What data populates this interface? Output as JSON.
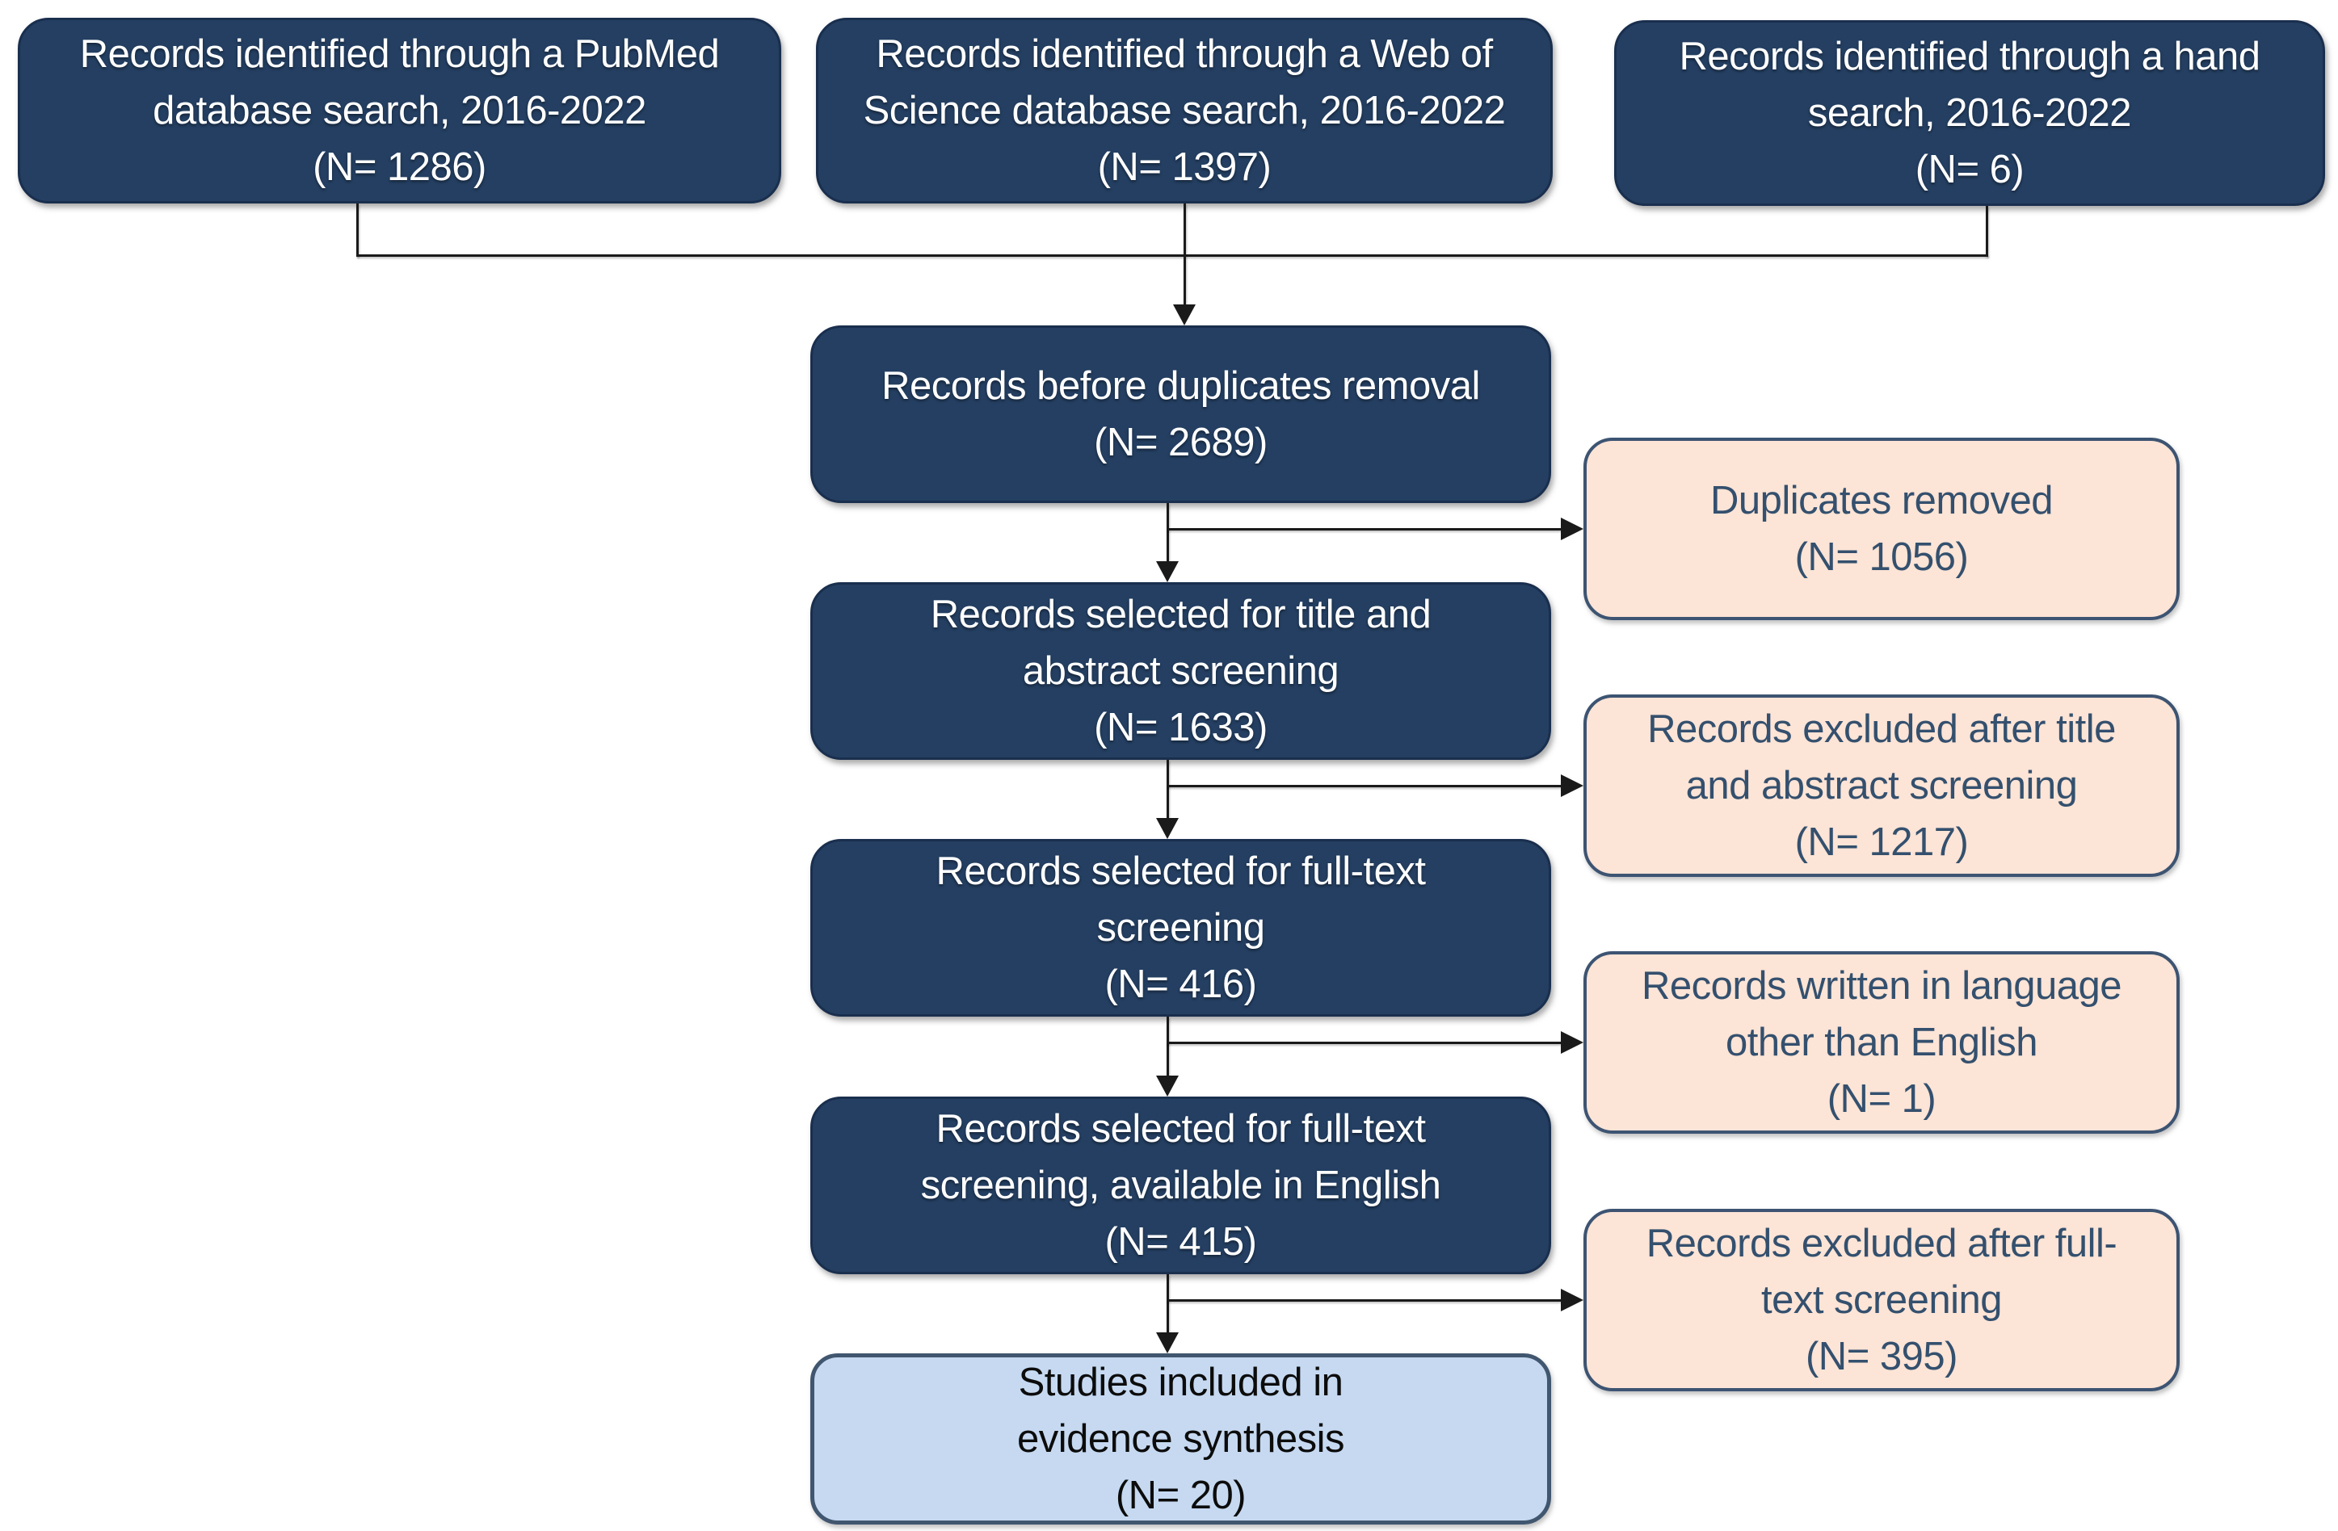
{
  "diagram": {
    "type": "prisma-flowchart",
    "colors": {
      "navy": "#243F62",
      "navy_border": "#1A2F4E",
      "peach": "#FCE4D6",
      "peach_border": "#3D5472",
      "peach_text": "#34506E",
      "blue": "#C6D9F1",
      "blue_border": "#41566F",
      "line": "#1a1a1a"
    },
    "sources": [
      {
        "lines": [
          "Records identified through a PubMed",
          "database search, 2016-2022"
        ],
        "n": "(N= 1286)"
      },
      {
        "lines": [
          "Records identified through a Web of",
          "Science database search, 2016-2022"
        ],
        "n": "(N= 1397)"
      },
      {
        "lines": [
          "Records identified through a hand",
          "search, 2016-2022"
        ],
        "n": "(N= 6)"
      }
    ],
    "stages": [
      {
        "lines": [
          "Records before duplicates removal"
        ],
        "n": "(N= 2689)"
      },
      {
        "lines": [
          "Records selected for title and",
          "abstract screening"
        ],
        "n": "(N= 1633)"
      },
      {
        "lines": [
          "Records selected for full-text",
          "screening"
        ],
        "n": "(N= 416)"
      },
      {
        "lines": [
          "Records selected for full-text",
          "screening, available in English"
        ],
        "n": "(N= 415)"
      }
    ],
    "exclusions": [
      {
        "lines": [
          "Duplicates removed"
        ],
        "n": "(N= 1056)"
      },
      {
        "lines": [
          "Records excluded after title",
          "and abstract screening"
        ],
        "n": "(N= 1217)"
      },
      {
        "lines": [
          "Records written in language",
          "other than English"
        ],
        "n": "(N= 1)"
      },
      {
        "lines": [
          "Records excluded after full-",
          "text screening"
        ],
        "n": "(N= 395)"
      }
    ],
    "included": {
      "lines": [
        "Studies included in",
        "evidence synthesis"
      ],
      "n": "(N= 20)"
    }
  }
}
